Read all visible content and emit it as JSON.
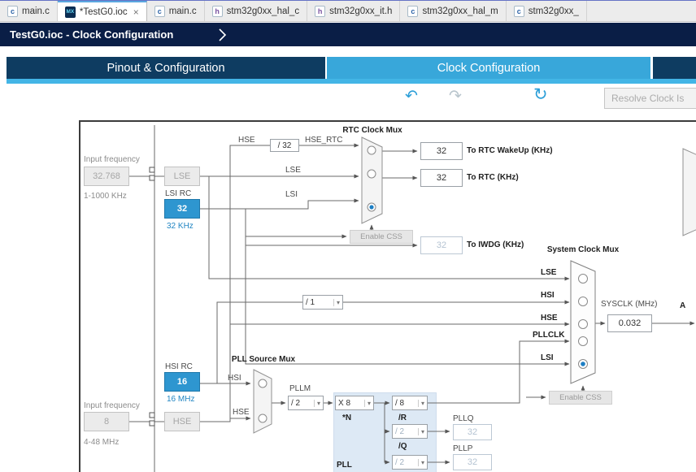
{
  "icons": {
    "close": "×",
    "undo": "↶",
    "redo": "↷",
    "refresh": "↻",
    "dropdown": "▾"
  },
  "editor_tabs": [
    {
      "label": "main.c",
      "icon": "c"
    },
    {
      "label": "*TestG0.ioc",
      "icon": "MX"
    },
    {
      "label": "main.c",
      "icon": "c"
    },
    {
      "label": "stm32g0xx_hal_c",
      "icon": "h"
    },
    {
      "label": "stm32g0xx_it.h",
      "icon": "h"
    },
    {
      "label": "stm32g0xx_hal_m",
      "icon": "c"
    },
    {
      "label": "stm32g0xx_",
      "icon": "c"
    }
  ],
  "breadcrumb": {
    "title": "TestG0.ioc - Clock Configuration"
  },
  "view_tabs": {
    "pinout": "Pinout & Configuration",
    "clock": "Clock Configuration"
  },
  "toolbar": {
    "resolve": "Resolve Clock Is"
  },
  "diagram": {
    "input_freq_label": "Input frequency",
    "lse_input": "32.768",
    "lse_range": "1-1000 KHz",
    "lse_osc": "LSE",
    "lsi_title": "LSI RC",
    "lsi_value": "32",
    "lsi_freq": "32 KHz",
    "rtc_mux_title": "RTC Clock Mux",
    "hse_lbl": "HSE",
    "hse_div": "/ 32",
    "hse_rtc_lbl": "HSE_RTC",
    "lse_lbl": "LSE",
    "lsi_lbl": "LSI",
    "rtc_wakeup_value": "32",
    "rtc_wakeup_lbl": "To RTC WakeUp (KHz)",
    "rtc_value": "32",
    "rtc_lbl": "To RTC (KHz)",
    "enable_css": "Enable CSS",
    "iwdg_value": "32",
    "iwdg_lbl": "To IWDG (KHz)",
    "sys_mux_title": "System Clock Mux",
    "sys_inputs": [
      "LSE",
      "HSI",
      "HSE",
      "PLLCLK",
      "LSI"
    ],
    "sysclk_lbl": "SYSCLK (MHz)",
    "sysclk_value": "0.032",
    "right_partial": "A",
    "hsi_div": "/ 1",
    "hsi_title": "HSI RC",
    "hsi_value": "16",
    "hsi_freq": "16 MHz",
    "input_freq_label2": "Input frequency",
    "hse_input": "8",
    "hse_range": "4-48 MHz",
    "hse_osc": "HSE",
    "pll_mux_title": "PLL Source Mux",
    "pll_hsi_lbl": "HSI",
    "pll_hse_lbl": "HSE",
    "pllm_lbl": "PLLM",
    "pllm_value": "/ 2",
    "plln_value": "X 8",
    "plln_lbl": "*N",
    "pllr_value": "/ 8",
    "pllr_lbl": "/R",
    "pllq_div": "/ 2",
    "pllq_lbl": "/Q",
    "pllp_div": "/ 2",
    "pll_lbl": "PLL",
    "pllq_name": "PLLQ",
    "pllq_value": "32",
    "pllp_name": "PLLP",
    "pllp_value": "32"
  }
}
